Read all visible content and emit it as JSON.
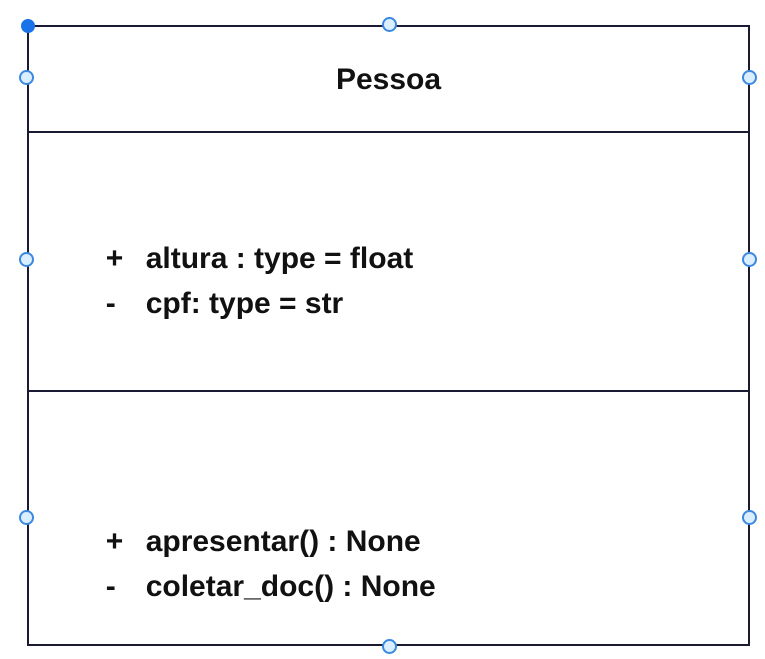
{
  "diagram": {
    "class_name": "Pessoa",
    "attributes": [
      {
        "visibility": "+",
        "text": "altura : type = float"
      },
      {
        "visibility": "-",
        "text": "cpf: type = str"
      }
    ],
    "methods": [
      {
        "visibility": "+",
        "text": "apresentar() : None"
      },
      {
        "visibility": "-",
        "text": "coletar_doc() : None"
      }
    ]
  },
  "colors": {
    "border": "#1a1a33",
    "handle_fill": "#dbeeff",
    "handle_stroke": "#3b88e0",
    "selected_corner": "#1a73e8"
  }
}
